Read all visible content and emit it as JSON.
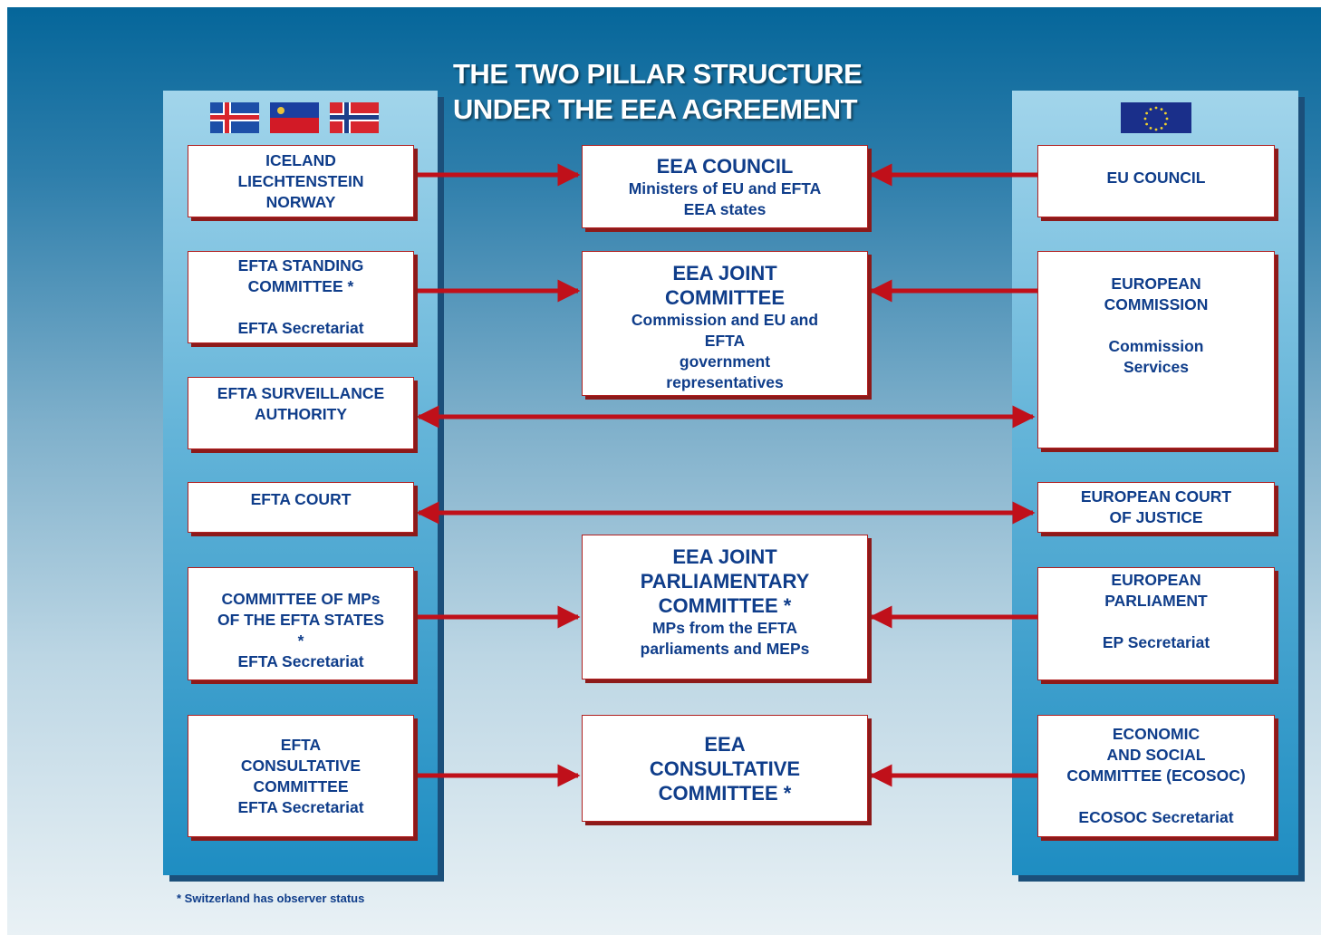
{
  "title": {
    "line1": "THE TWO PILLAR STRUCTURE",
    "line2": "UNDER THE EEA AGREEMENT"
  },
  "colors": {
    "arrow": "#c0101a",
    "box_text": "#0f3d8a",
    "box_border": "#b02020"
  },
  "flags": [
    "iceland-flag",
    "liechtenstein-flag",
    "norway-flag",
    "eu-flag"
  ],
  "efta_pillar": {
    "states": [
      "ICELAND",
      "LIECHTENSTEIN",
      "NORWAY"
    ],
    "standing_committee": {
      "title": "EFTA STANDING",
      "title2": "COMMITTEE *",
      "sub": "EFTA Secretariat"
    },
    "surveillance": {
      "line1": "EFTA SURVEILLANCE",
      "line2": "AUTHORITY"
    },
    "court": "EFTA COURT",
    "mps": {
      "line1": "COMMITTEE OF MPs",
      "line2": "OF THE EFTA STATES",
      "line3": "*",
      "sub": "EFTA Secretariat"
    },
    "consultative": {
      "line1": "EFTA",
      "line2": "CONSULTATIVE",
      "line3": "COMMITTEE",
      "sub": "EFTA Secretariat"
    }
  },
  "eea": {
    "council": {
      "head": "EEA COUNCIL",
      "line1": "Ministers of EU and EFTA",
      "line2": "EEA states"
    },
    "joint_committee": {
      "head1": "EEA JOINT",
      "head2": "COMMITTEE",
      "line1": "Commission and EU and",
      "line2": "EFTA",
      "line3": "government",
      "line4": "representatives"
    },
    "joint_parliamentary": {
      "head1": "EEA JOINT",
      "head2": "PARLIAMENTARY",
      "head3": "COMMITTEE *",
      "line1": "MPs from the EFTA",
      "line2": "parliaments and MEPs"
    },
    "consultative": {
      "head1": "EEA",
      "head2": "CONSULTATIVE",
      "head3": "COMMITTEE *"
    }
  },
  "eu_pillar": {
    "council": "EU COUNCIL",
    "commission": {
      "line1": "EUROPEAN",
      "line2": "COMMISSION",
      "sub1": "Commission",
      "sub2": "Services"
    },
    "court": {
      "line1": "EUROPEAN COURT",
      "line2": "OF JUSTICE"
    },
    "parliament": {
      "line1": "EUROPEAN",
      "line2": "PARLIAMENT",
      "sub": "EP Secretariat"
    },
    "ecosoc": {
      "line1": "ECONOMIC",
      "line2": "AND SOCIAL",
      "line3": "COMMITTEE (ECOSOC)",
      "sub": "ECOSOC Secretariat"
    }
  },
  "footnote": "* Switzerland has observer status"
}
